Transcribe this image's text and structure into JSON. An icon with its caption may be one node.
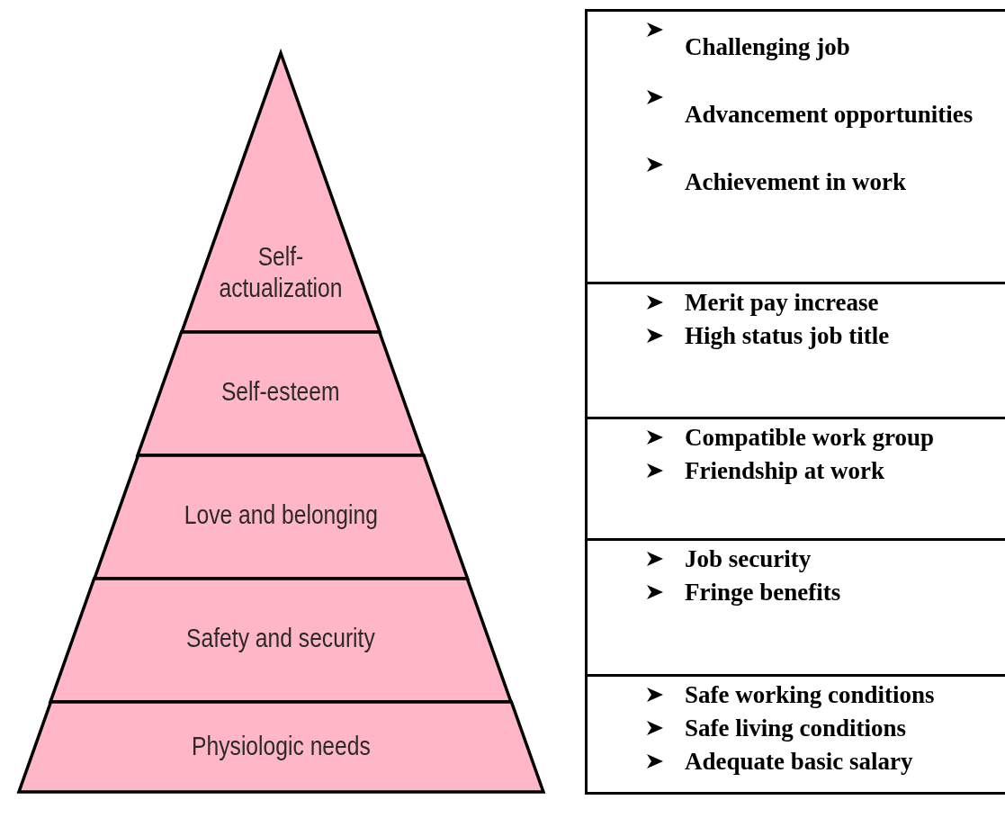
{
  "diagram": {
    "nodes": [
      {
        "text": [
          "Self- actualization"
        ]
      },
      {
        "text": [
          "Self-esteem"
        ]
      },
      {
        "text": [
          "Love and belonging"
        ]
      },
      {
        "text": [
          "Safety and security"
        ]
      },
      {
        "text": [
          "Physiologic needs"
        ]
      },
      {
        "text": [
          "Challenging job",
          "Advancement opportunities",
          "Achievement in work"
        ]
      },
      {
        "text": [
          "Merit pay increase",
          "High status job title"
        ]
      },
      {
        "text": [
          "Compatible work group",
          "Friendship at work"
        ]
      },
      {
        "text": [
          "Job security",
          "Fringe benefits"
        ]
      },
      {
        "text": [
          "Safe working conditions",
          "Safe living conditions",
          "Adequate basic salary"
        ]
      }
    ]
  }
}
